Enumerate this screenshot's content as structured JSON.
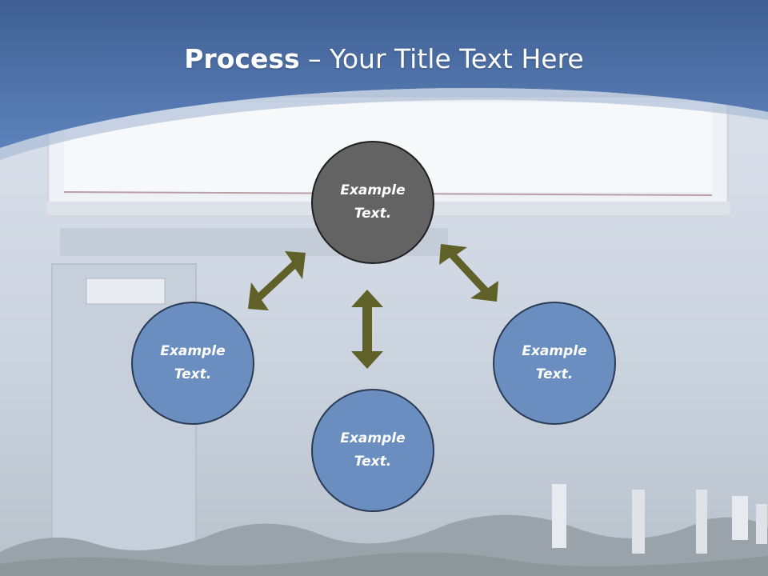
{
  "title": {
    "bold": "Process",
    "rest": " – Your Title Text Here"
  },
  "nodes": {
    "top": {
      "line1": "Example",
      "line2": "Text."
    },
    "left": {
      "line1": "Example",
      "line2": "Text."
    },
    "bottom": {
      "line1": "Example",
      "line2": "Text."
    },
    "right": {
      "line1": "Example",
      "line2": "Text."
    }
  },
  "colors": {
    "header": "#4f74ad",
    "top_node": "#636363",
    "outer_node": "#6a8ebf",
    "arrow": "#5f6128"
  }
}
